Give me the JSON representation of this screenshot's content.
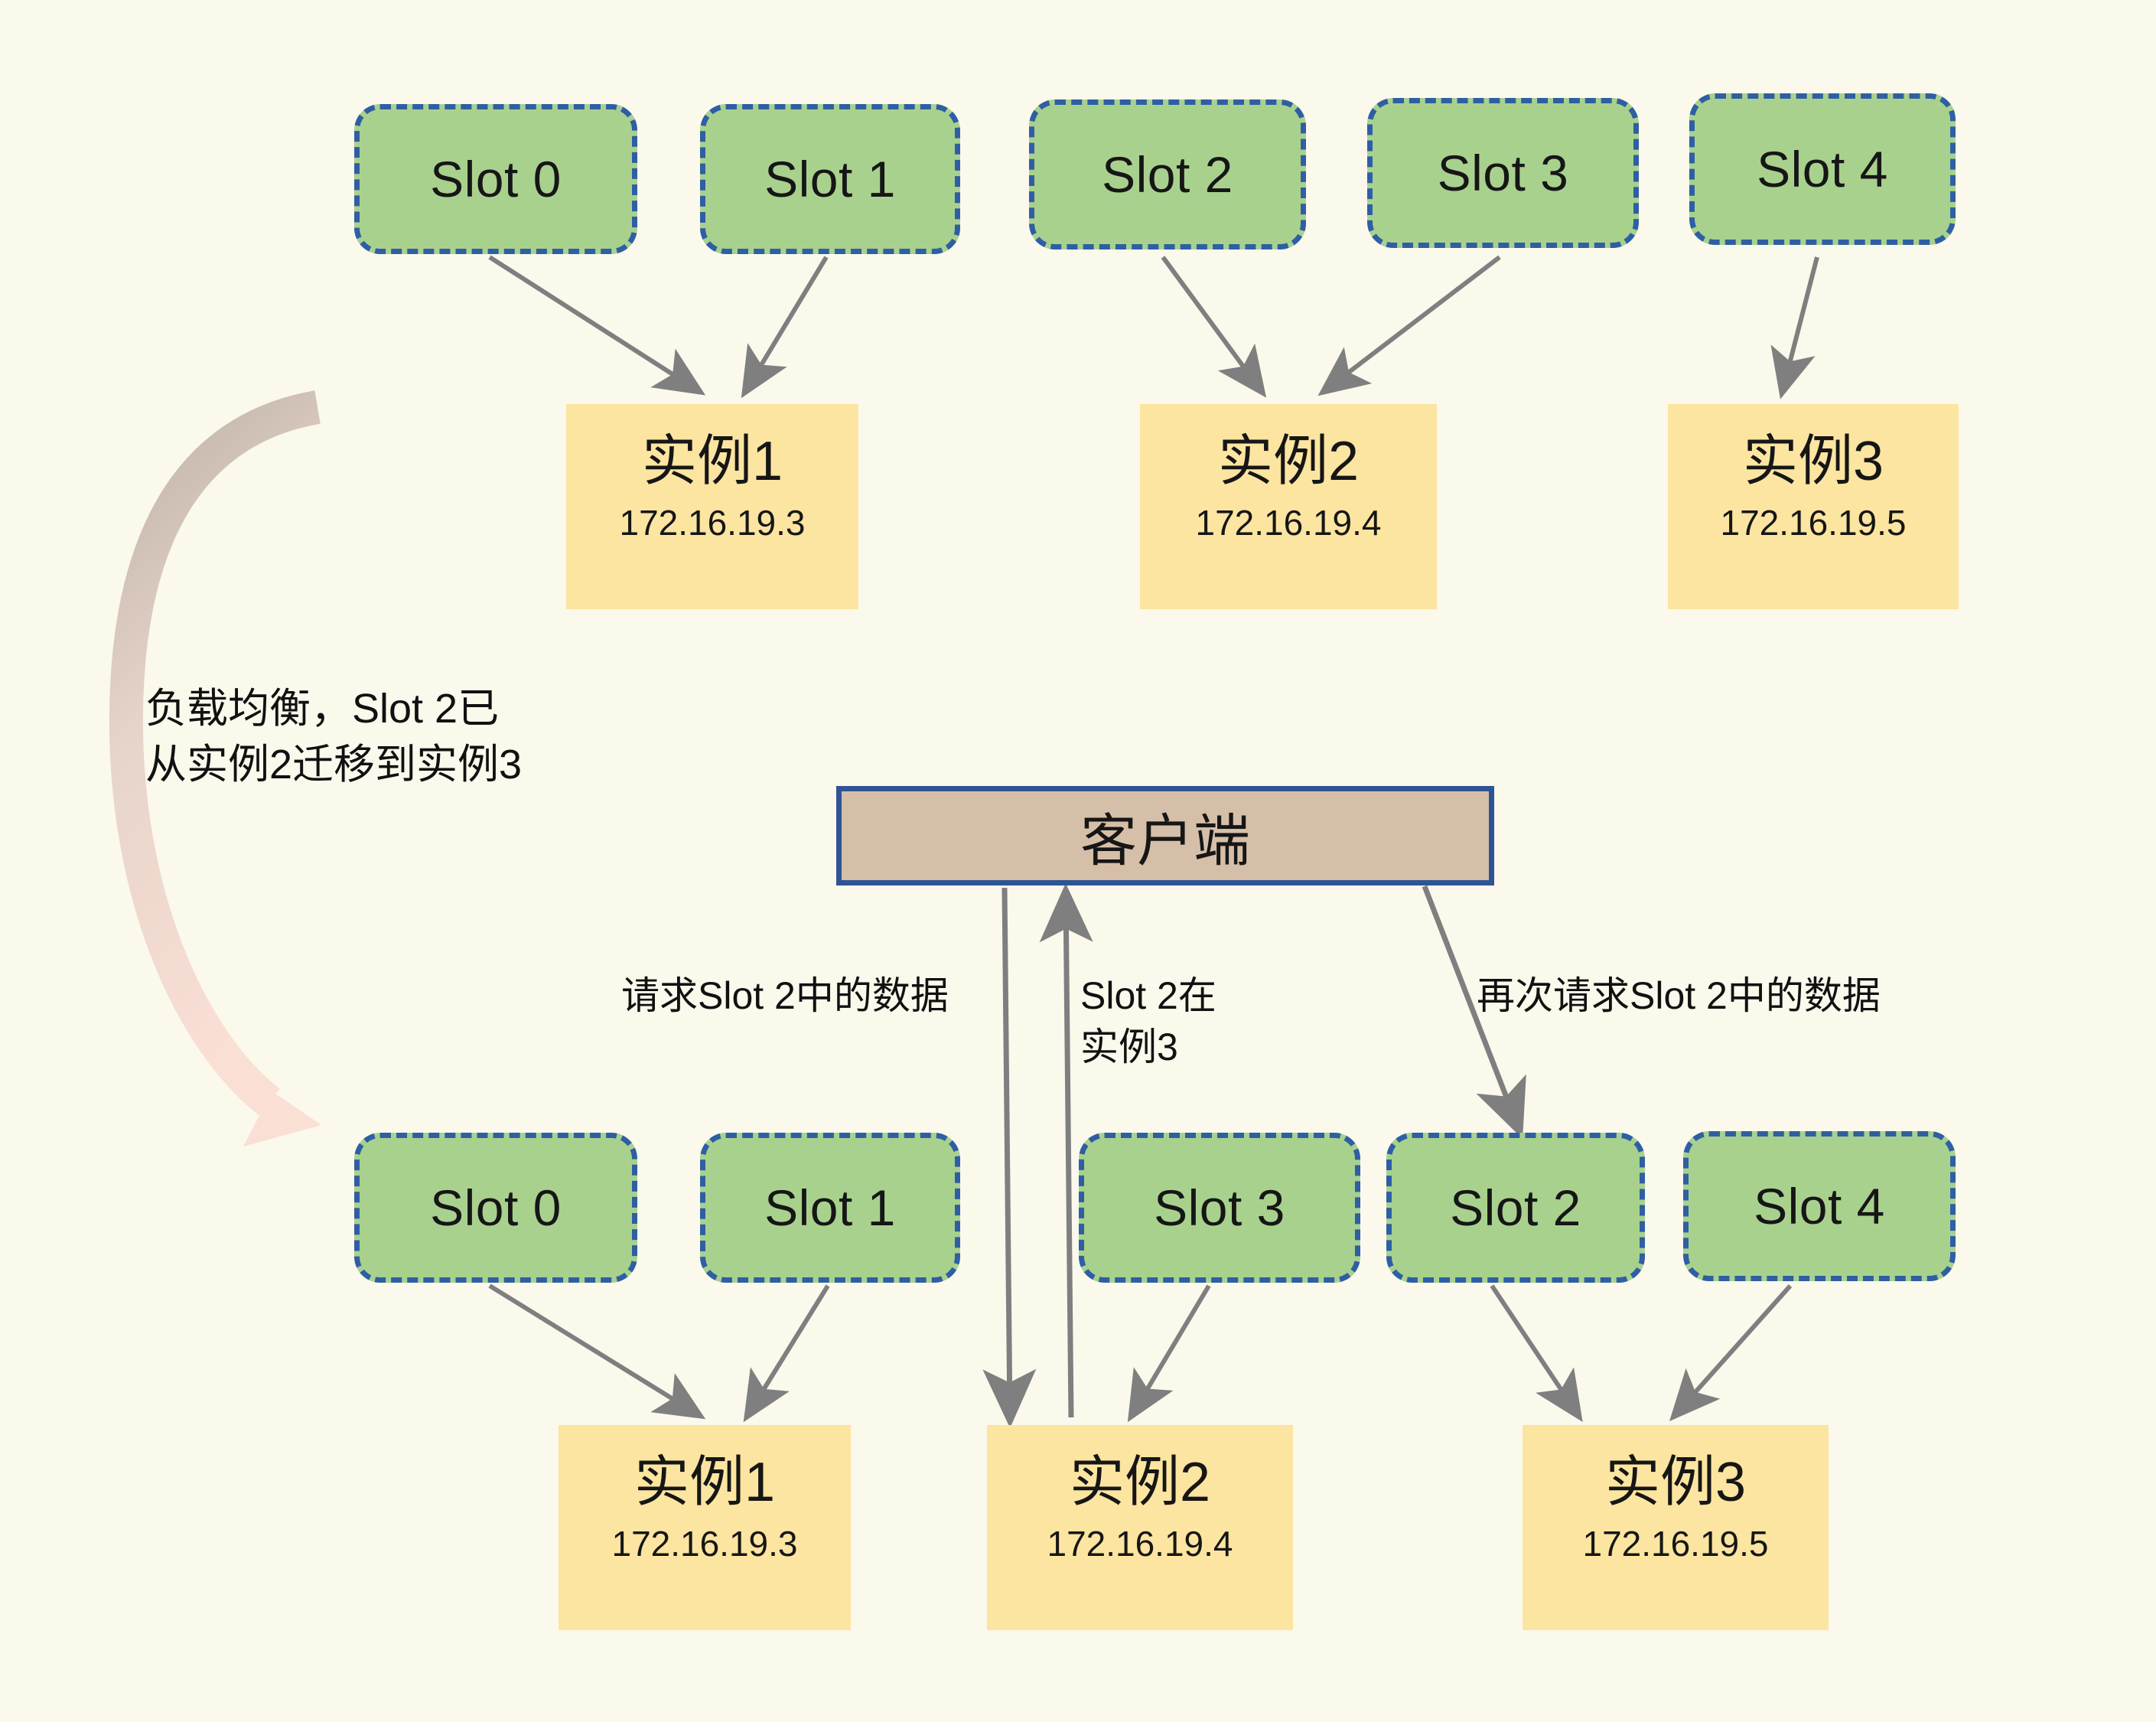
{
  "diagram": {
    "title": "Redis Cluster slot migration and client redirection",
    "background_color": "#fbf8ec",
    "colors": {
      "slot_fill": "#a9d18e",
      "slot_border": "#2e5fa3",
      "instance_fill": "#fce5a0",
      "client_fill": "#d6bfa8",
      "client_border": "#2e5496",
      "arrow": "#7f7f7f",
      "curved_arrow_top": "#bfb2a6",
      "curved_arrow_bottom": "#fadfd5",
      "text": "#161616"
    }
  },
  "top_row": {
    "slots": [
      {
        "label": "Slot 0"
      },
      {
        "label": "Slot 1"
      },
      {
        "label": "Slot 2"
      },
      {
        "label": "Slot 3"
      },
      {
        "label": "Slot 4"
      }
    ],
    "instances": [
      {
        "name": "实例1",
        "ip": "172.16.19.3"
      },
      {
        "name": "实例2",
        "ip": "172.16.19.4"
      },
      {
        "name": "实例3",
        "ip": "172.16.19.5"
      }
    ],
    "mapping": [
      {
        "slot": "Slot 0",
        "instance": "实例1"
      },
      {
        "slot": "Slot 1",
        "instance": "实例1"
      },
      {
        "slot": "Slot 2",
        "instance": "实例2"
      },
      {
        "slot": "Slot 3",
        "instance": "实例2"
      },
      {
        "slot": "Slot 4",
        "instance": "实例3"
      }
    ]
  },
  "bottom_row": {
    "slots": [
      {
        "label": "Slot 0"
      },
      {
        "label": "Slot 1"
      },
      {
        "label": "Slot 3"
      },
      {
        "label": "Slot 2"
      },
      {
        "label": "Slot 4"
      }
    ],
    "instances": [
      {
        "name": "实例1",
        "ip": "172.16.19.3"
      },
      {
        "name": "实例2",
        "ip": "172.16.19.4"
      },
      {
        "name": "实例3",
        "ip": "172.16.19.5"
      }
    ],
    "mapping": [
      {
        "slot": "Slot 0",
        "instance": "实例1"
      },
      {
        "slot": "Slot 1",
        "instance": "实例1"
      },
      {
        "slot": "Slot 3",
        "instance": "实例2"
      },
      {
        "slot": "Slot 2",
        "instance": "实例3"
      },
      {
        "slot": "Slot 4",
        "instance": "实例3"
      }
    ]
  },
  "client": {
    "label": "客户端"
  },
  "annotations": {
    "migration": "负载均衡，Slot 2已\n从实例2迁移到实例3",
    "request_slot2": "请求Slot 2中的数据",
    "redirect_reply": "Slot 2在\n实例3",
    "request_again": "再次请求Slot 2中的数据"
  }
}
